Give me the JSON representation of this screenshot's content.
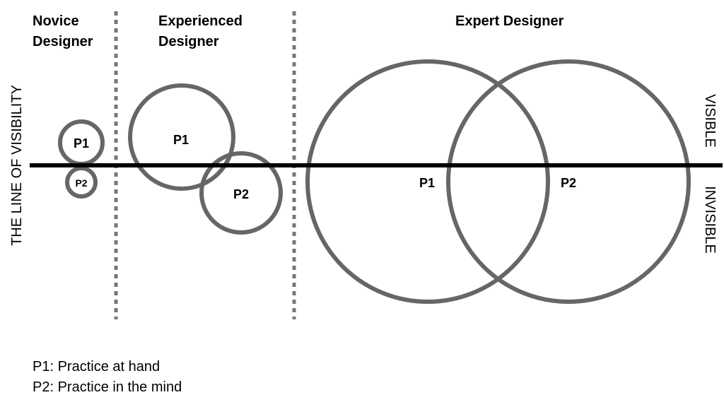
{
  "headers": {
    "novice": [
      "Novice",
      "Designer"
    ],
    "experienced": [
      "Experienced",
      "Designer"
    ],
    "expert": "Expert Designer"
  },
  "axis_label": "THE LINE OF VISIBILITY",
  "side_labels": {
    "visible": "VISIBLE",
    "invisible": "INVISIBLE"
  },
  "circle_labels": {
    "novice_p1": "P1",
    "novice_p2": "P2",
    "experienced_p1": "P1",
    "experienced_p2": "P2",
    "expert_p1": "P1",
    "expert_p2": "P2"
  },
  "legend": [
    "P1: Practice at hand",
    "P2: Practice in the mind"
  ],
  "colors": {
    "circle": "#666666",
    "line": "#000000",
    "divider": "#777777"
  }
}
